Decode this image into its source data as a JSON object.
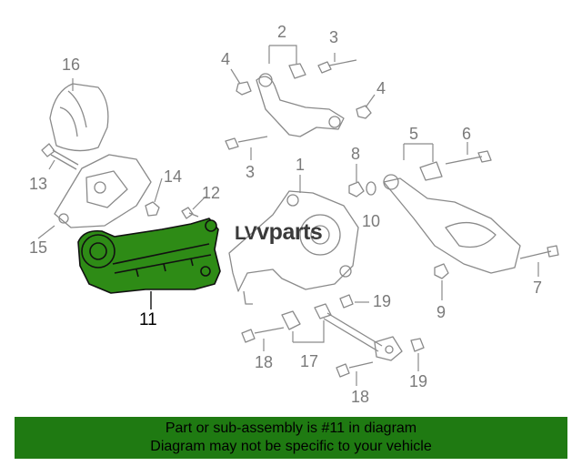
{
  "watermark": {
    "prefix": "LV",
    "text": "vparts"
  },
  "callouts": {
    "c1": "1",
    "c2": "2",
    "c3a": "3",
    "c3b": "3",
    "c4a": "4",
    "c4b": "4",
    "c5": "5",
    "c6": "6",
    "c7": "7",
    "c8": "8",
    "c9": "9",
    "c10": "10",
    "c11": "11",
    "c12": "12",
    "c13": "13",
    "c14": "14",
    "c15": "15",
    "c16": "16",
    "c17": "17",
    "c18a": "18",
    "c18b": "18",
    "c19a": "19",
    "c19b": "19"
  },
  "footer": {
    "line1": "Part or sub-assembly is #11 in diagram",
    "line2": "Diagram may not be specific to your vehicle"
  },
  "colors": {
    "highlight_part": "#2e8b16",
    "footer_bg": "#1f7a12",
    "line_art": "#8a8a8a"
  }
}
